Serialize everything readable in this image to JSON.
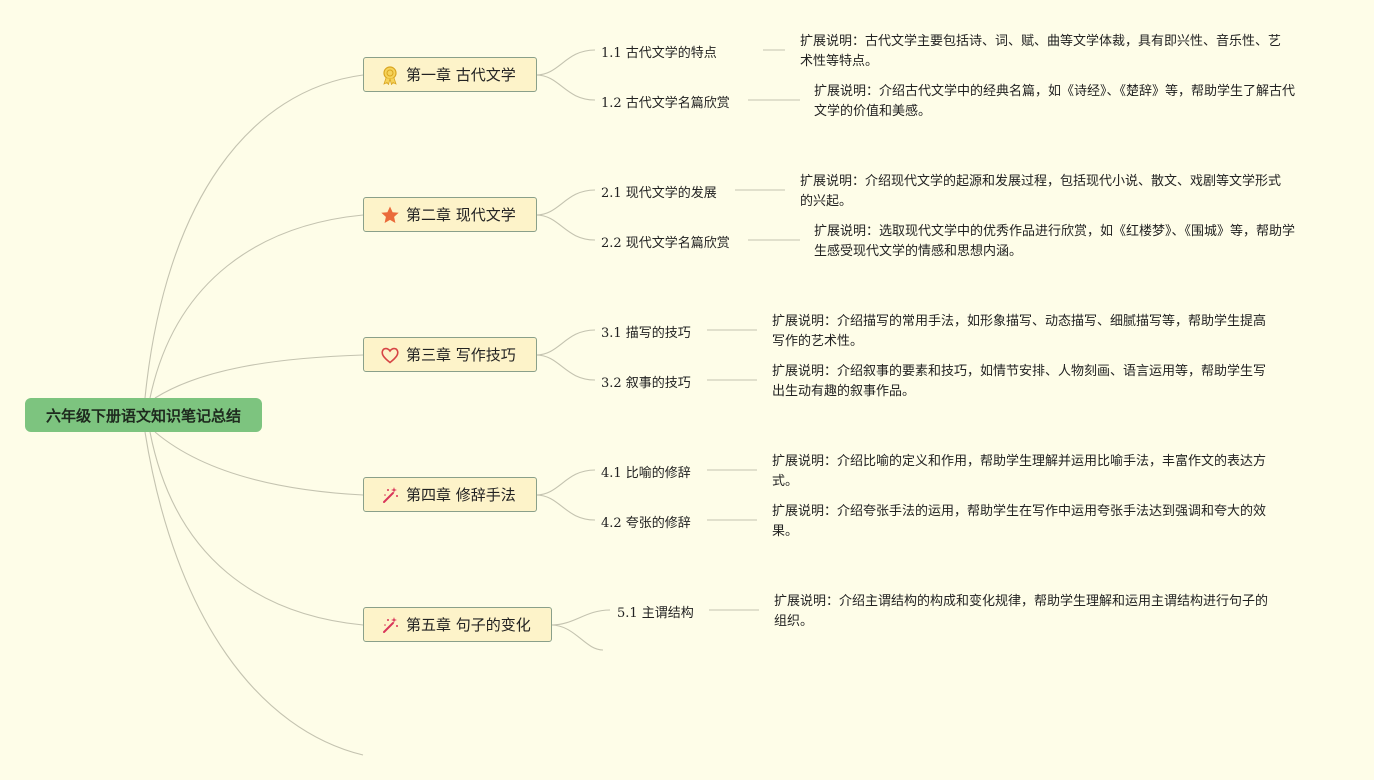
{
  "root": {
    "title": "六年级下册语文知识笔记总结"
  },
  "chapters": [
    {
      "title": "第一章 古代文学",
      "icon": "award-ribbon-icon",
      "subs": [
        {
          "title": "1.1 古代文学的特点",
          "desc": "扩展说明：古代文学主要包括诗、词、赋、曲等文学体裁，具有即兴性、音乐性、艺术性等特点。"
        },
        {
          "title": "1.2 古代文学名篇欣赏",
          "desc": "扩展说明：介绍古代文学中的经典名篇，如《诗经》、《楚辞》等，帮助学生了解古代文学的价值和美感。"
        }
      ]
    },
    {
      "title": "第二章 现代文学",
      "icon": "star-icon",
      "subs": [
        {
          "title": "2.1 现代文学的发展",
          "desc": "扩展说明：介绍现代文学的起源和发展过程，包括现代小说、散文、戏剧等文学形式的兴起。"
        },
        {
          "title": "2.2 现代文学名篇欣赏",
          "desc": "扩展说明：选取现代文学中的优秀作品进行欣赏，如《红楼梦》、《围城》等，帮助学生感受现代文学的情感和思想内涵。"
        }
      ]
    },
    {
      "title": "第三章 写作技巧",
      "icon": "heart-icon",
      "subs": [
        {
          "title": "3.1 描写的技巧",
          "desc": "扩展说明：介绍描写的常用手法，如形象描写、动态描写、细腻描写等，帮助学生提高写作的艺术性。"
        },
        {
          "title": "3.2 叙事的技巧",
          "desc": "扩展说明：介绍叙事的要素和技巧，如情节安排、人物刻画、语言运用等，帮助学生写出生动有趣的叙事作品。"
        }
      ]
    },
    {
      "title": "第四章 修辞手法",
      "icon": "magic-wand-icon",
      "subs": [
        {
          "title": "4.1 比喻的修辞",
          "desc": "扩展说明：介绍比喻的定义和作用，帮助学生理解并运用比喻手法，丰富作文的表达方式。"
        },
        {
          "title": "4.2 夸张的修辞",
          "desc": "扩展说明：介绍夸张手法的运用，帮助学生在写作中运用夸张手法达到强调和夸大的效果。"
        }
      ]
    },
    {
      "title": "第五章 句子的变化",
      "icon": "magic-wand-icon",
      "subs": [
        {
          "title": "5.1 主谓结构",
          "desc": "扩展说明：介绍主谓结构的构成和变化规律，帮助学生理解和运用主谓结构进行句子的组织。"
        }
      ]
    }
  ],
  "colors": {
    "background": "#fefde8",
    "root": "#7dc47f",
    "chapter_fill": "#fdf3c9",
    "line": "#bdbdaa"
  }
}
